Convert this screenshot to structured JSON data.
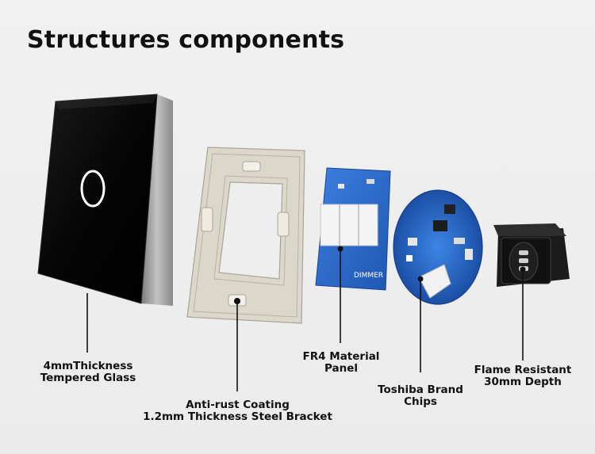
{
  "title": "Structures components",
  "panel_text": "DIMMER",
  "components": [
    {
      "name": "glass-panel",
      "line1": "4mmThickness",
      "line2": "Tempered Glass"
    },
    {
      "name": "steel-bracket",
      "line1": "Anti-rust Coating",
      "line2": "1.2mm Thickness Steel Bracket"
    },
    {
      "name": "fr4-panel",
      "line1": "FR4 Material",
      "line2": "Panel"
    },
    {
      "name": "chip-board",
      "line1": "Toshiba Brand",
      "line2": "Chips"
    },
    {
      "name": "base-module",
      "line1": "Flame Resistant",
      "line2": "30mm Depth"
    }
  ],
  "colors": {
    "glass": "#050505",
    "frame": "#9a9a9a",
    "bracket": "#d9d4c8",
    "pcb": "#2f6fd1",
    "ring": "#ffffff",
    "base": "#1a1a1a"
  }
}
